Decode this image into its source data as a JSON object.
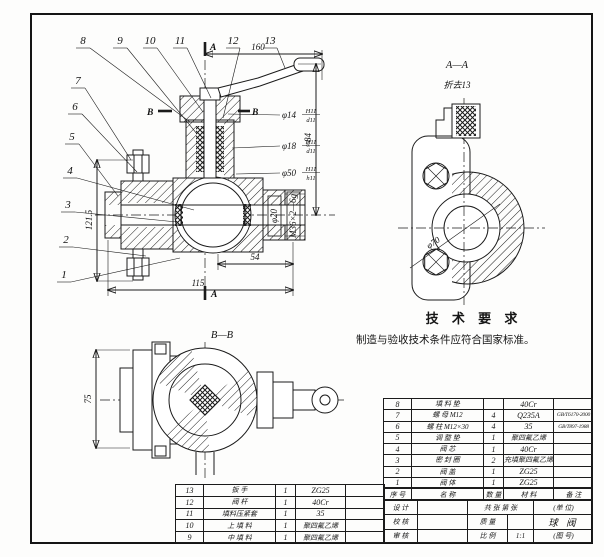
{
  "drawing": {
    "main_view": {
      "balloons": [
        "1",
        "2",
        "3",
        "4",
        "5",
        "6",
        "7",
        "8",
        "9",
        "10",
        "11",
        "12",
        "13"
      ],
      "dim_160": "160",
      "dim_84": "≈84",
      "dim_121_5": "121.5",
      "dim_115": "115",
      "dim_54": "54",
      "dim_phi20": "φ20",
      "dim_m36": "M36×2—6g",
      "cut_a": "A",
      "cut_b": "B",
      "fit1": {
        "d": "φ14",
        "top": "H11",
        "bot": "d11"
      },
      "fit2": {
        "d": "φ18",
        "top": "H11",
        "bot": "d11"
      },
      "fit3": {
        "d": "φ50",
        "top": "H11",
        "bot": "h11"
      }
    },
    "aa_view": {
      "title": "A—A",
      "note": "折去13",
      "dim_phi70": "φ70"
    },
    "bb_view": {
      "title": "B—B",
      "dim_75": "75"
    },
    "tech_req": {
      "title": "技 术 要 求",
      "body": "制造与验收技术条件应符合国家标准。"
    }
  },
  "bom": {
    "header": {
      "no": "序 号",
      "name": "名  称",
      "qty": "数 量",
      "mat": "材  料",
      "remark": "备 注"
    },
    "left_rows": [
      {
        "no": "13",
        "name": "扳  手",
        "qty": "1",
        "mat": "ZG25",
        "remark": ""
      },
      {
        "no": "12",
        "name": "阀  杆",
        "qty": "1",
        "mat": "40Cr",
        "remark": ""
      },
      {
        "no": "11",
        "name": "填料压紧套",
        "qty": "1",
        "mat": "35",
        "remark": ""
      },
      {
        "no": "10",
        "name": "上 填 料",
        "qty": "1",
        "mat": "聚四氟乙烯",
        "remark": ""
      },
      {
        "no": "9",
        "name": "中 填 料",
        "qty": "1",
        "mat": "聚四氟乙烯",
        "remark": ""
      }
    ],
    "right_rows": [
      {
        "no": "8",
        "name": "填 料 垫",
        "qty": "",
        "mat": "40Cr",
        "remark": ""
      },
      {
        "no": "7",
        "name": "螺 母 M12",
        "qty": "4",
        "mat": "Q235A",
        "remark": "GB/T6170-2000"
      },
      {
        "no": "6",
        "name": "螺 柱 M12×30",
        "qty": "4",
        "mat": "35",
        "remark": "GB/T897-1988"
      },
      {
        "no": "5",
        "name": "调 整 垫",
        "qty": "1",
        "mat": "聚四氟乙烯",
        "remark": ""
      },
      {
        "no": "4",
        "name": "阀  芯",
        "qty": "1",
        "mat": "40Cr",
        "remark": ""
      },
      {
        "no": "3",
        "name": "密 封 圈",
        "qty": "2",
        "mat": "充填聚四氟乙烯",
        "remark": ""
      },
      {
        "no": "2",
        "name": "阀  盖",
        "qty": "1",
        "mat": "ZG25",
        "remark": ""
      },
      {
        "no": "1",
        "name": "阀  体",
        "qty": "1",
        "mat": "ZG25",
        "remark": ""
      }
    ]
  },
  "title_block": {
    "design": "设 计",
    "check": "校 核",
    "review": "审 核",
    "sheets": "共 张 第 张",
    "unit": "(单 位)",
    "mass": "质 量",
    "drawing_title": "球 阀",
    "scale_label": "比 例",
    "scale": "1:1",
    "dwg_no": "(图 号)"
  }
}
